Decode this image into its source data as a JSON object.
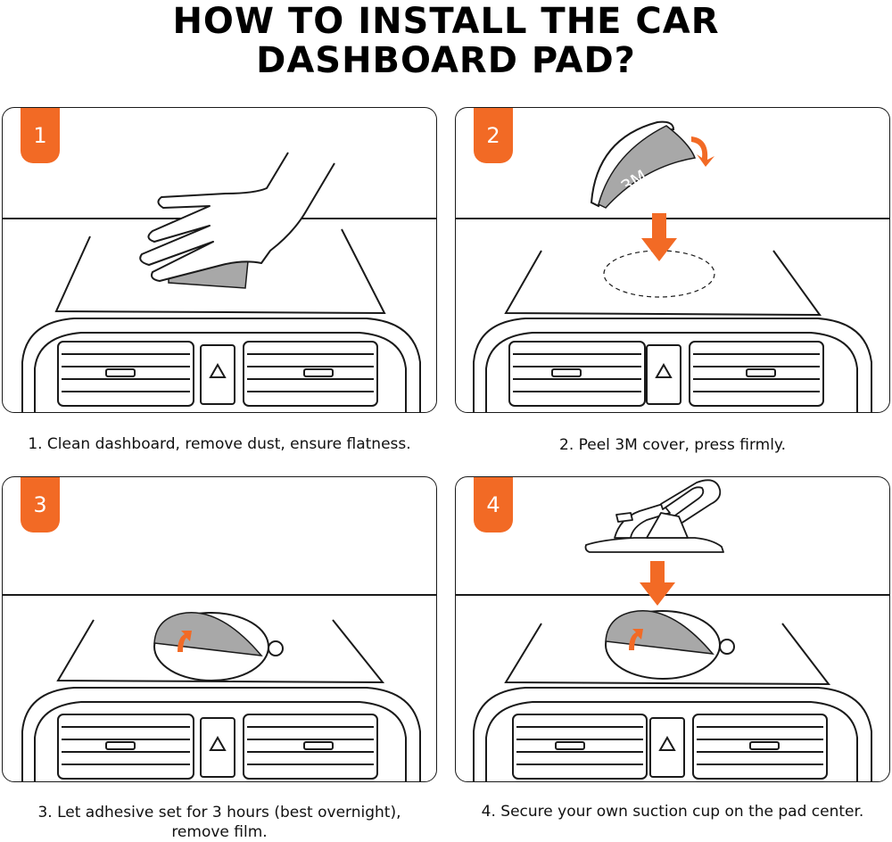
{
  "title": {
    "line1": "HOW TO INSTALL THE CAR",
    "line2": "DASHBOARD PAD?"
  },
  "colors": {
    "accent": "#f26a25",
    "pad_gray": "#a8a8a8",
    "line": "#1a1a1a"
  },
  "steps": [
    {
      "number": "1",
      "caption_lines": [
        "1. Clean dashboard, remove dust, ensure flatness."
      ]
    },
    {
      "number": "2",
      "caption_lines": [
        "2. Peel 3M cover, press firmly."
      ],
      "pad_text": "3M"
    },
    {
      "number": "3",
      "caption_lines": [
        "3. Let adhesive set for 3 hours (best overnight),",
        "remove film."
      ]
    },
    {
      "number": "4",
      "caption_lines": [
        "4. Secure your own suction cup on the pad center."
      ]
    }
  ]
}
